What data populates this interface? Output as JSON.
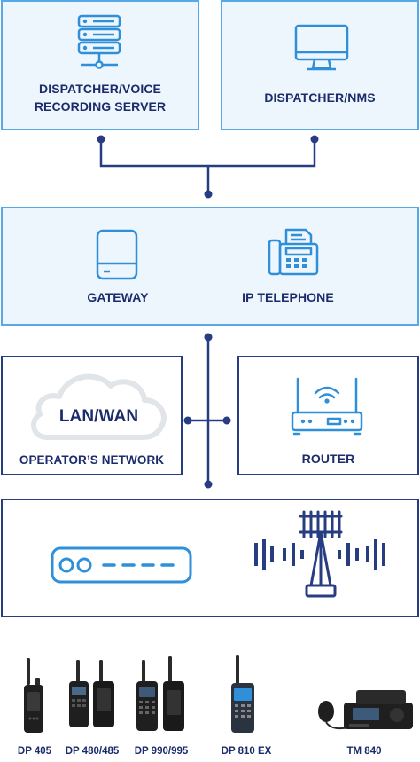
{
  "nodes": {
    "dispatcher_server": {
      "label_line1": "DISPATCHER/VOICE",
      "label_line2": "RECORDING SERVER",
      "icon": "server-rack-icon"
    },
    "dispatcher_nms": {
      "label": "DISPATCHER/NMS",
      "icon": "monitor-icon"
    },
    "gateway": {
      "label": "GATEWAY",
      "icon": "hard-drive-icon"
    },
    "ip_telephone": {
      "label": "IP TELEPHONE",
      "icon": "fax-phone-icon"
    },
    "lan_wan": {
      "cloud_text": "LAN/WAN",
      "label": "OPERATOR’S NETWORK",
      "icon": "cloud-icon"
    },
    "router": {
      "label": "ROUTER",
      "icon": "wifi-router-icon"
    },
    "repeater": {
      "icon": "repeater-device-icon"
    },
    "antenna": {
      "icon": "antenna-tower-icon"
    }
  },
  "radios": [
    {
      "label": "DP 405"
    },
    {
      "label": "DP 480/485"
    },
    {
      "label": "DP 990/995"
    },
    {
      "label": "DP 810 EX"
    },
    {
      "label": "TM 840"
    }
  ],
  "colors": {
    "light_border": "#57a8e6",
    "light_fill": "#eef6fd",
    "dark_navy": "#283c82",
    "icon_blue": "#2f8fd8",
    "text": "#1b2b6b",
    "cloud_gray": "#e1e4e9"
  }
}
